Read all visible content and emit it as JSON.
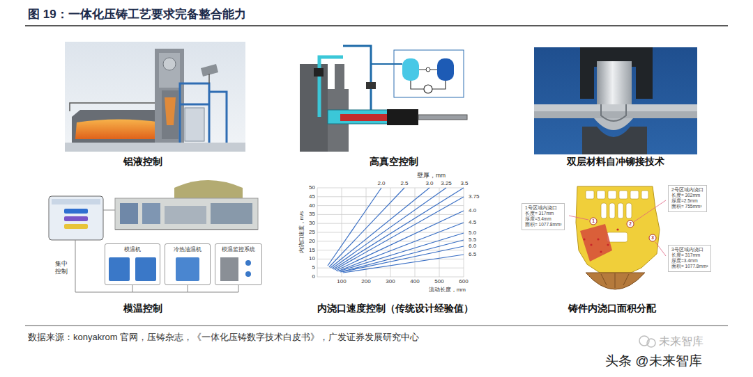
{
  "diagram": {
    "title": "图 19：一体化压铸工艺要求完备整合能力",
    "nodes": [
      {
        "text": [
          "模温机"
        ]
      },
      {
        "text": [
          "冷热油温机"
        ]
      },
      {
        "text": [
          "模温监控系统"
        ]
      },
      {
        "text": [
          "1号区域内浇口",
          "长度= 317mm",
          "厚度=3.4mm",
          "面积= 1077.8mm²"
        ]
      },
      {
        "text": [
          "2号区域内浇口",
          "长度= 302mm",
          "厚度=2.5mm",
          "面积= 755mm²"
        ]
      },
      {
        "text": [
          "3号区域内浇口",
          "长度= 317mm",
          "厚度=3.4mm",
          "面积= 1077.8mm²"
        ]
      }
    ],
    "labels": [
      "铝液控制",
      "高真空控制",
      "双层材料自冲铆接技术",
      "模温控制",
      "内浇口速度控制（传统设计经验值）",
      "铸件内浇口面积分配",
      "数据来源：konyakrom 官网，压铸杂志，《一体化压铸数字技术白皮书》，广发证券发展研究中心",
      "头条 @未来智库",
      "未来智库",
      "壁厚，mm",
      "流动长度，mm",
      "内浇口速度，m/s",
      "50",
      "45",
      "40",
      "35",
      "30",
      "25",
      "20",
      "15",
      "10",
      "5",
      "0",
      "100",
      "200",
      "300",
      "400",
      "500",
      "600",
      "2.0",
      "2.5",
      "3.0",
      "3.25",
      "3.5",
      "3.75",
      "4.0",
      "4.5",
      "5.0",
      "5.5",
      "6.0",
      "6.5",
      "集中控制",
      "1",
      "2",
      "3"
    ]
  }
}
